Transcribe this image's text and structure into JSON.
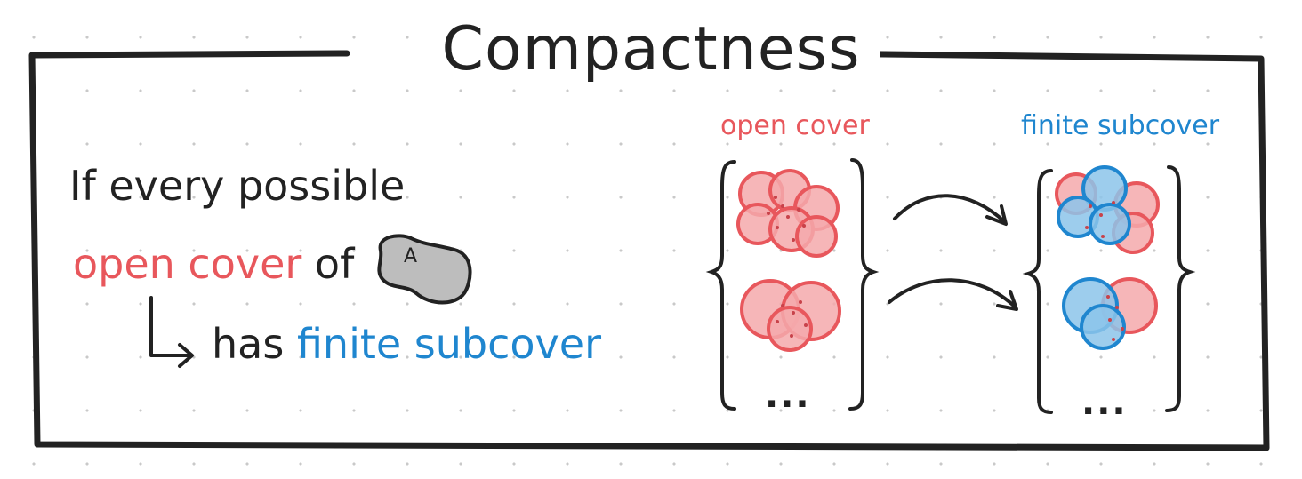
{
  "title": "Compactness",
  "statement": {
    "line1": "If every possible",
    "line2_colored": "open cover",
    "line2_rest": " of",
    "set_label": "A",
    "line3_prefix": "has",
    "line3_colored": "finite subcover"
  },
  "diagram": {
    "left_label": "open cover",
    "right_label": "finite subcover",
    "ellipsis": "..."
  },
  "colors": {
    "ink": "#222222",
    "red": "#e8575c",
    "red_fill": "#f5a9ac",
    "blue": "#1f86cf",
    "blue_fill": "#8cc4ea",
    "set_fill": "#bdbdbd"
  }
}
